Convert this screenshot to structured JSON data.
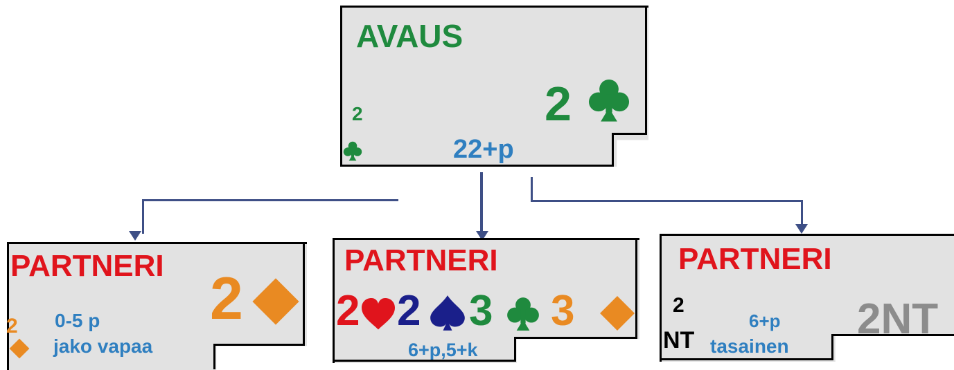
{
  "colors": {
    "green": "#1f8a3e",
    "red": "#e0141c",
    "blue": "#2f7fc0",
    "navy": "#1a1f8a",
    "orange": "#e98a22",
    "gray": "#8c8c8c",
    "black": "#000000",
    "connector": "#3e4f86",
    "card_fill": "#e2e2e2"
  },
  "opening": {
    "title": "AVAUS",
    "bid_level": "2",
    "bid_suit_icon": "club-icon",
    "corner_level": "2",
    "corner_suit_icon": "club-icon",
    "points": "22+p"
  },
  "responses": [
    {
      "title": "PARTNERI",
      "bid_level": "2",
      "bid_suit_icon": "diamond-icon",
      "corner_level": "2",
      "corner_suit_icon": "diamond-icon",
      "desc_line1": "0-5 p",
      "desc_line2": "jako vapaa"
    },
    {
      "title": "PARTNERI",
      "bids": [
        {
          "level": "2",
          "suit_icon": "heart-icon"
        },
        {
          "level": "2",
          "suit_icon": "spade-icon"
        },
        {
          "level": "3",
          "suit_icon": "club-icon"
        },
        {
          "level": "3",
          "suit_icon": "diamond-icon"
        }
      ],
      "desc": "6+p,5+k"
    },
    {
      "title": "PARTNERI",
      "bid": "2NT",
      "corner_level": "2",
      "corner_suit": "NT",
      "desc_line1": "6+p",
      "desc_line2": "tasainen"
    }
  ]
}
